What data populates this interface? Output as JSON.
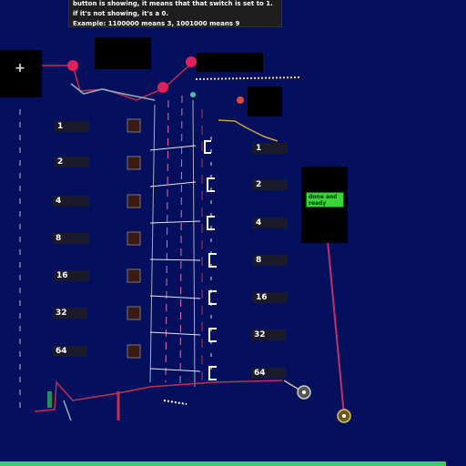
{
  "instructions": {
    "line1": "button is showing, it means that that switch is set to 1.",
    "line2": "if it's not showing, it's a 0.",
    "line3": "Example: 1100000 means 3,     1001000 means 9"
  },
  "left_bits": [
    "1",
    "2",
    "4",
    "8",
    "16",
    "32",
    "64"
  ],
  "right_bits": [
    "1",
    "2",
    "4",
    "8",
    "16",
    "32",
    "64"
  ],
  "status": {
    "text": "done and ready"
  },
  "colors": {
    "background": "#04105e",
    "wire_red": "#c0304a",
    "wire_pink": "#e060a0",
    "status_green": "#39d639"
  },
  "icons": {
    "plus": "+"
  }
}
